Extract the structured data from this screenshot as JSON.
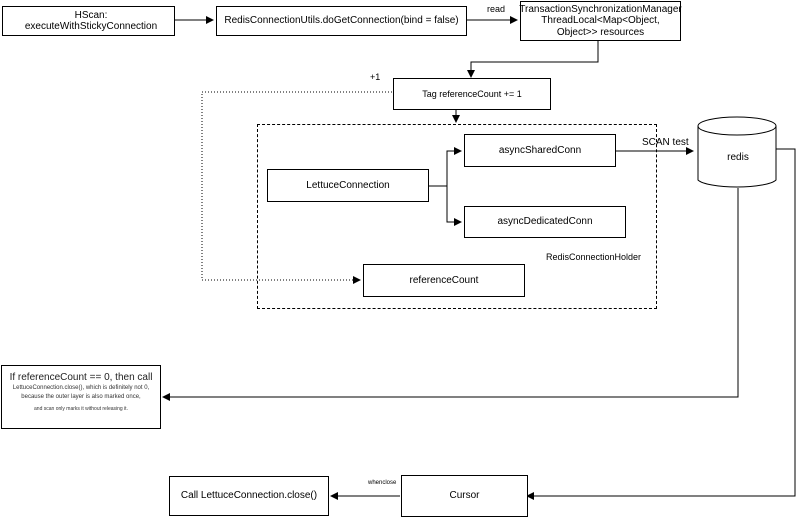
{
  "nodes": {
    "hscan": "HScan:  executeWithStickyConnection",
    "get_connection": "RedisConnectionUtils.doGetConnection(bind = false)",
    "tsm_line1": "TransactionSynchronizationManager",
    "tsm_line2": "ThreadLocal<Map<Object, Object>> resources",
    "tag_ref": "Tag referenceCount += 1",
    "lettuce": "LettuceConnection",
    "async_shared": "asyncSharedConn",
    "async_dedicated": "asyncDedicatedConn",
    "reference_count": "referenceCount",
    "redis": "redis",
    "cursor": "Cursor",
    "call_close": "Call LettuceConnection.close()",
    "holder_label": "RedisConnectionHolder"
  },
  "note": {
    "line1": "If referenceCount == 0, then call",
    "line2": "LettuceConnection.close(), which is definitely not 0,",
    "line3": "because the outer layer is also marked once,",
    "line4": "and scan only marks it without releasing it."
  },
  "edge_labels": {
    "read": "read",
    "plus_one": "+1",
    "scan_test": "SCAN test",
    "when_close": "whenclose"
  }
}
